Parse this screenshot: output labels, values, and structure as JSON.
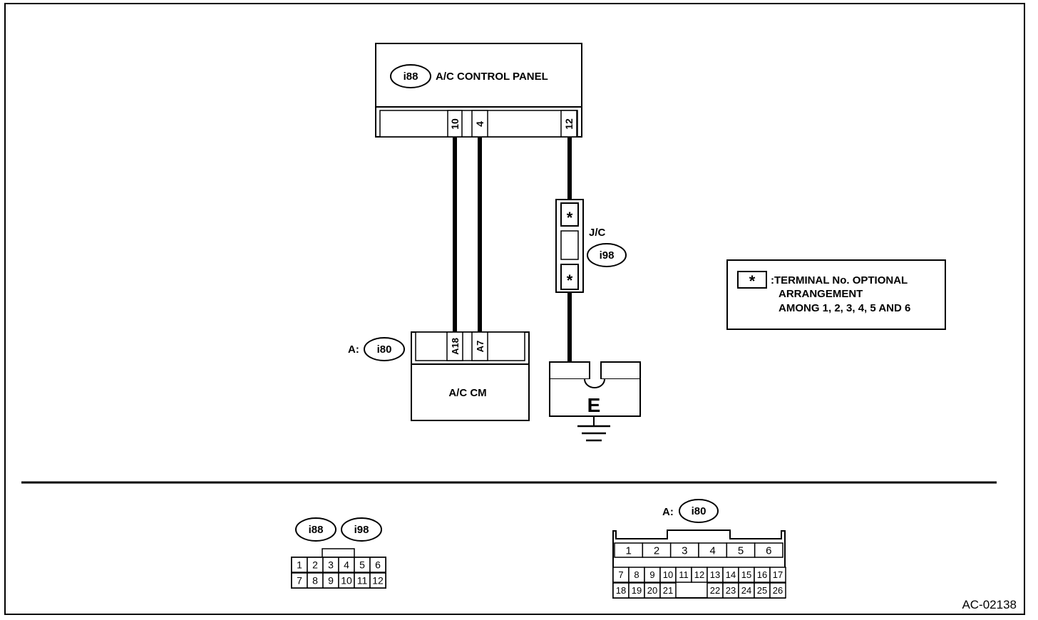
{
  "panel": {
    "connector_id": "i88",
    "title": "A/C CONTROL PANEL",
    "pins": [
      "10",
      "4",
      "12"
    ]
  },
  "jc": {
    "label": "J/C",
    "connector_id": "i98",
    "pin_top": "*",
    "pin_bottom": "*"
  },
  "acm": {
    "prefix": "A:",
    "connector_id": "i80",
    "title": "A/C CM",
    "pins": [
      "A18",
      "A7"
    ]
  },
  "ground": {
    "label": "E"
  },
  "legend": {
    "symbol": "*",
    "lines": [
      ":TERMINAL No. OPTIONAL",
      "ARRANGEMENT",
      "AMONG 1, 2, 3, 4, 5 AND 6"
    ]
  },
  "small_connector": {
    "ids": [
      "i88",
      "i98"
    ],
    "row1": [
      "1",
      "2",
      "3",
      "4",
      "5",
      "6"
    ],
    "row2": [
      "7",
      "8",
      "9",
      "10",
      "11",
      "12"
    ]
  },
  "large_connector": {
    "prefix": "A:",
    "id": "i80",
    "top_row": [
      "1",
      "2",
      "3",
      "4",
      "5",
      "6"
    ],
    "row2": [
      "7",
      "8",
      "9",
      "10",
      "11",
      "12",
      "13",
      "14",
      "15",
      "16",
      "17"
    ],
    "row3_left": [
      "18",
      "19",
      "20",
      "21"
    ],
    "row3_right": [
      "22",
      "23",
      "24",
      "25",
      "26"
    ]
  },
  "figure_code": "AC-02138"
}
